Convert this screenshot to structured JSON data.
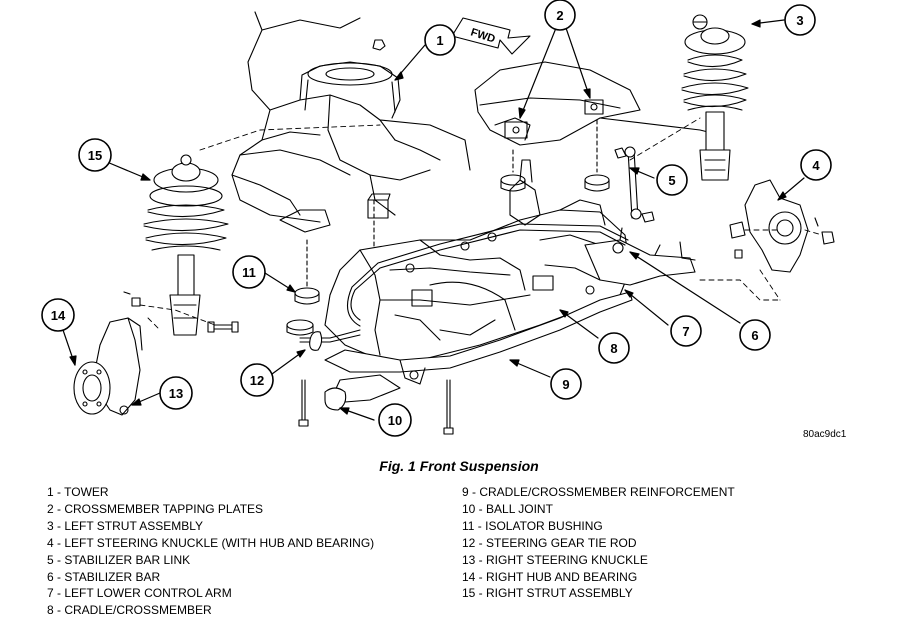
{
  "figure": {
    "fwd_label": "FWD",
    "image_code": "80ac9dc1",
    "caption": "Fig. 1 Front Suspension"
  },
  "callouts": [
    "1",
    "2",
    "3",
    "4",
    "5",
    "6",
    "7",
    "8",
    "9",
    "10",
    "11",
    "12",
    "13",
    "14",
    "15"
  ],
  "legend": {
    "left": [
      "1 - TOWER",
      "2 - CROSSMEMBER TAPPING PLATES",
      "3 - LEFT STRUT ASSEMBLY",
      "4 - LEFT STEERING KNUCKLE (WITH HUB AND BEARING)",
      "5 - STABILIZER BAR LINK",
      "6 - STABILIZER BAR",
      "7 - LEFT LOWER CONTROL ARM",
      "8 - CRADLE/CROSSMEMBER"
    ],
    "right": [
      "9 - CRADLE/CROSSMEMBER REINFORCEMENT",
      "10 - BALL JOINT",
      "11 - ISOLATOR BUSHING",
      "12 - STEERING GEAR TIE ROD",
      "13 - RIGHT STEERING KNUCKLE",
      "14 - RIGHT HUB AND BEARING",
      "15 - RIGHT STRUT ASSEMBLY"
    ]
  },
  "colors": {
    "line": "#000000",
    "background": "#ffffff"
  }
}
